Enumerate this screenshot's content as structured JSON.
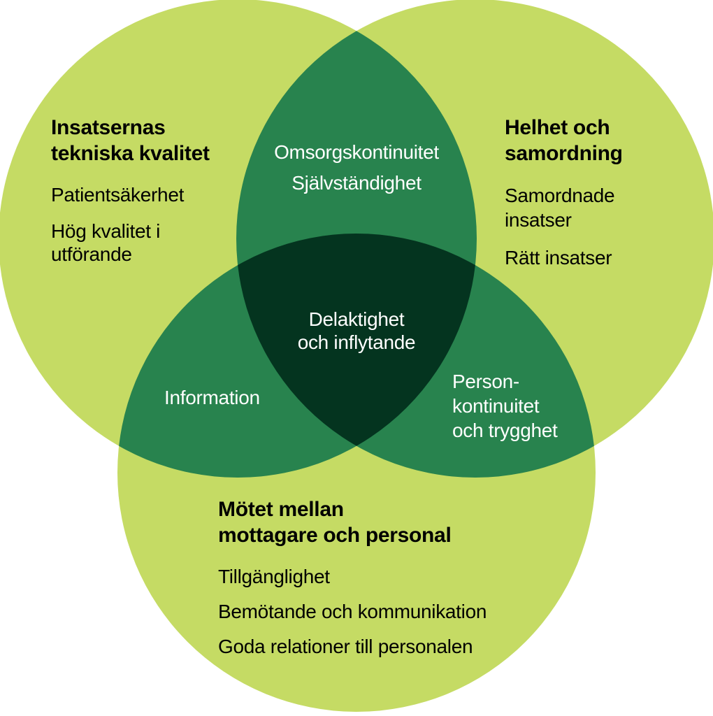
{
  "venn": {
    "colors": {
      "circle_fill": "#c5db64",
      "overlap_fill": "#28834e",
      "center_fill": "#04341f",
      "text_dark": "#000000",
      "text_light": "#ffffff"
    },
    "left": {
      "title_lines": [
        "Insatsernas",
        "tekniska kvalitet"
      ],
      "items": [
        [
          "Patientsäkerhet"
        ],
        [
          "Hög kvalitet i",
          "utförande"
        ]
      ]
    },
    "right": {
      "title_lines": [
        "Helhet och",
        "samordning"
      ],
      "items": [
        [
          "Samordnade",
          "insatser"
        ],
        [
          "Rätt insatser"
        ]
      ]
    },
    "bottom": {
      "title_lines": [
        "Mötet mellan",
        "mottagare och personal"
      ],
      "items": [
        [
          "Tillgänglighet"
        ],
        [
          "Bemötande och kommunikation"
        ],
        [
          "Goda relationer till personalen"
        ]
      ]
    },
    "overlap_top": {
      "lines": [
        "Omsorgskontinuitet",
        "Självständighet"
      ]
    },
    "overlap_left": {
      "lines": [
        "Information"
      ]
    },
    "overlap_right": {
      "lines": [
        "Person-",
        "kontinuitet",
        "och trygghet"
      ]
    },
    "center": {
      "lines": [
        "Delaktighet",
        "och inflytande"
      ]
    }
  }
}
